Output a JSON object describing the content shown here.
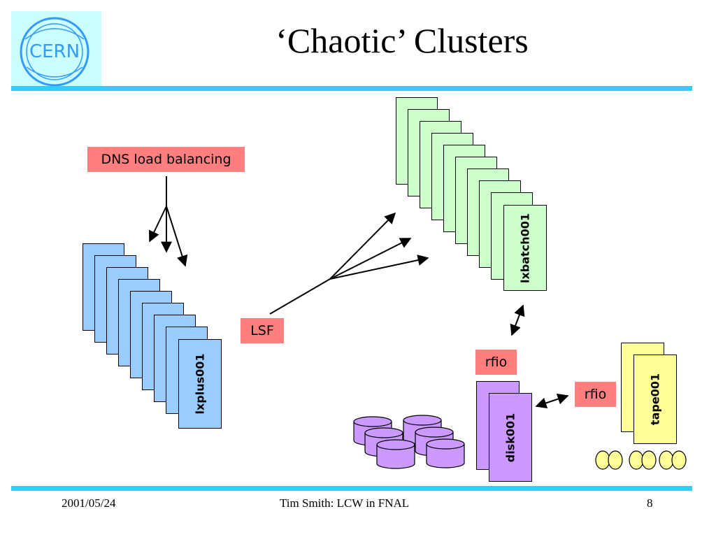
{
  "slide": {
    "title": "‘Chaotic’ Clusters",
    "logo_text": "CERN"
  },
  "labels": {
    "dns": "DNS load balancing",
    "lsf": "LSF",
    "rfio_disk": "rfio",
    "rfio_tape": "rfio"
  },
  "nodes": {
    "lxplus": "lxplus001",
    "lxbatch": "lxbatch001",
    "disk": "disk001",
    "tape": "tape001"
  },
  "footer": {
    "date": "2001/05/24",
    "center": "Tim Smith:  LCW in FNAL",
    "page": "8"
  },
  "colors": {
    "header_bar": "#33ccff",
    "logo_bg": "#ccffff",
    "label_bg": "#ff7f7f",
    "lxplus": "#99ccff",
    "lxbatch": "#ccffcc",
    "disk": "#cc99ff",
    "tape": "#ffff99"
  }
}
